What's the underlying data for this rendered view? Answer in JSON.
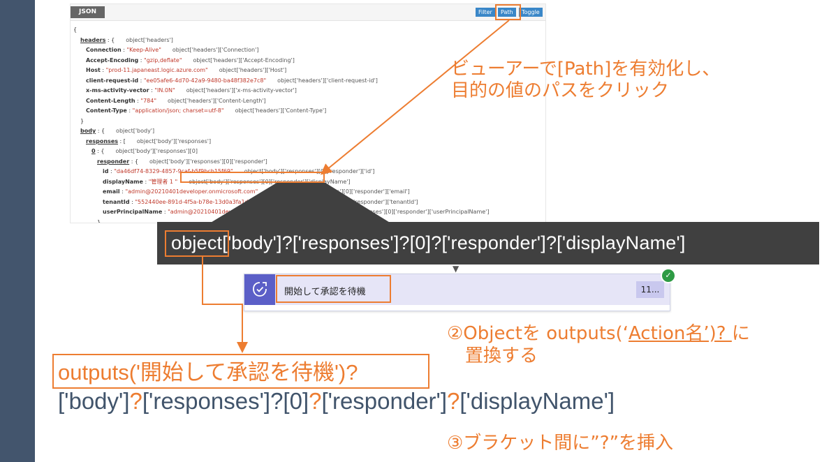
{
  "viewer": {
    "tab_label": "JSON",
    "buttons": {
      "filter": "Filter",
      "path": "Path",
      "toggle": "Toggle"
    },
    "lines": [
      {
        "text": "{"
      },
      {
        "key": "headers",
        "sep": " : {",
        "path": "object['headers']",
        "underline": true
      },
      {
        "key": "Connection",
        "val": "\"Keep-Alive\"",
        "path": "object['headers']['Connection']"
      },
      {
        "key": "Accept-Encoding",
        "val": "\"gzip,deflate\"",
        "path": "object['headers']['Accept-Encoding']"
      },
      {
        "key": "Host",
        "val": "\"prod-11.japaneast.logic.azure.com\"",
        "path": "object['headers']['Host']"
      },
      {
        "key": "client-request-id",
        "val": "\"ee05afe6-4d70-42a9-9480-ba48f382e7c8\"",
        "path": "object['headers']['client-request-id']"
      },
      {
        "key": "x-ms-activity-vector",
        "val": "\"IN.0N\"",
        "path": "object['headers']['x-ms-activity-vector']"
      },
      {
        "key": "Content-Length",
        "val": "\"784\"",
        "path": "object['headers']['Content-Length']"
      },
      {
        "key": "Content-Type",
        "val": "\"application/json; charset=utf-8\"",
        "path": "object['headers']['Content-Type']"
      },
      {
        "text": "}"
      },
      {
        "key": "body",
        "sep": " : {",
        "path": "object['body']",
        "underline": true
      },
      {
        "key": "responses",
        "sep": " : [",
        "path": "object['body']['responses']",
        "underline": true
      },
      {
        "key": "0",
        "sep": " : {",
        "path": "object['body']['responses'][0]",
        "underline": true
      },
      {
        "key": "responder",
        "sep": " : {",
        "path": "object['body']['responses'][0]['responder']",
        "underline": true
      },
      {
        "key": "id",
        "val": "\"da46df74-8329-4857-9caf-b5f9bcb15f69\"",
        "path": "object['body']['responses'][0]['responder']['id']"
      },
      {
        "key": "displayName",
        "val": "\"管理者 1 \"",
        "path": "object['body']['responses'][0]['responder']['displayName']"
      },
      {
        "key": "email",
        "val": "\"admin@20210401developer.onmicrosoft.com\"",
        "path": "object['body']['responses'][0]['responder']['email']"
      },
      {
        "key": "tenantId",
        "val": "\"552440ee-891d-4f5a-b78e-13d0a3fa1dd4\"",
        "path": "object['body']['responses'][0]['responder']['tenantId']"
      },
      {
        "key": "userPrincipalName",
        "val": "\"admin@20210401developer.onmicrosoft.com\"",
        "path": "object['body']['responses'][0]['responder']['userPrincipalName']"
      },
      {
        "text": "}"
      }
    ]
  },
  "annotations": {
    "note1_line1": "ビューアーで[Path]を有効化し、",
    "note1_line2": "目的の値のパスをクリック",
    "path_expression": "object['body']?['responses']?[0]?['responder']?['displayName']",
    "note2_line1_a": "②Objectを outputs(‘",
    "note2_line1_b": "Action名’)? ",
    "note2_line1_c": "に",
    "note2_line2": "置換する",
    "outputs_expr": "outputs('開始して承認を待機')?",
    "bracket_parts": [
      "['body']",
      "?",
      "['responses']",
      "?",
      "[0]",
      "?",
      "['responder']",
      "?",
      "['displayName']"
    ],
    "note3": "③ブラケット間に”?”を挿入"
  },
  "action_card": {
    "icon": "approval-check-icon",
    "title": "開始して承認を待機",
    "count": "11..."
  },
  "colors": {
    "accent": "#ed7d31",
    "sidebar": "#43556d",
    "card_icon_bg": "#5b5fc7"
  }
}
